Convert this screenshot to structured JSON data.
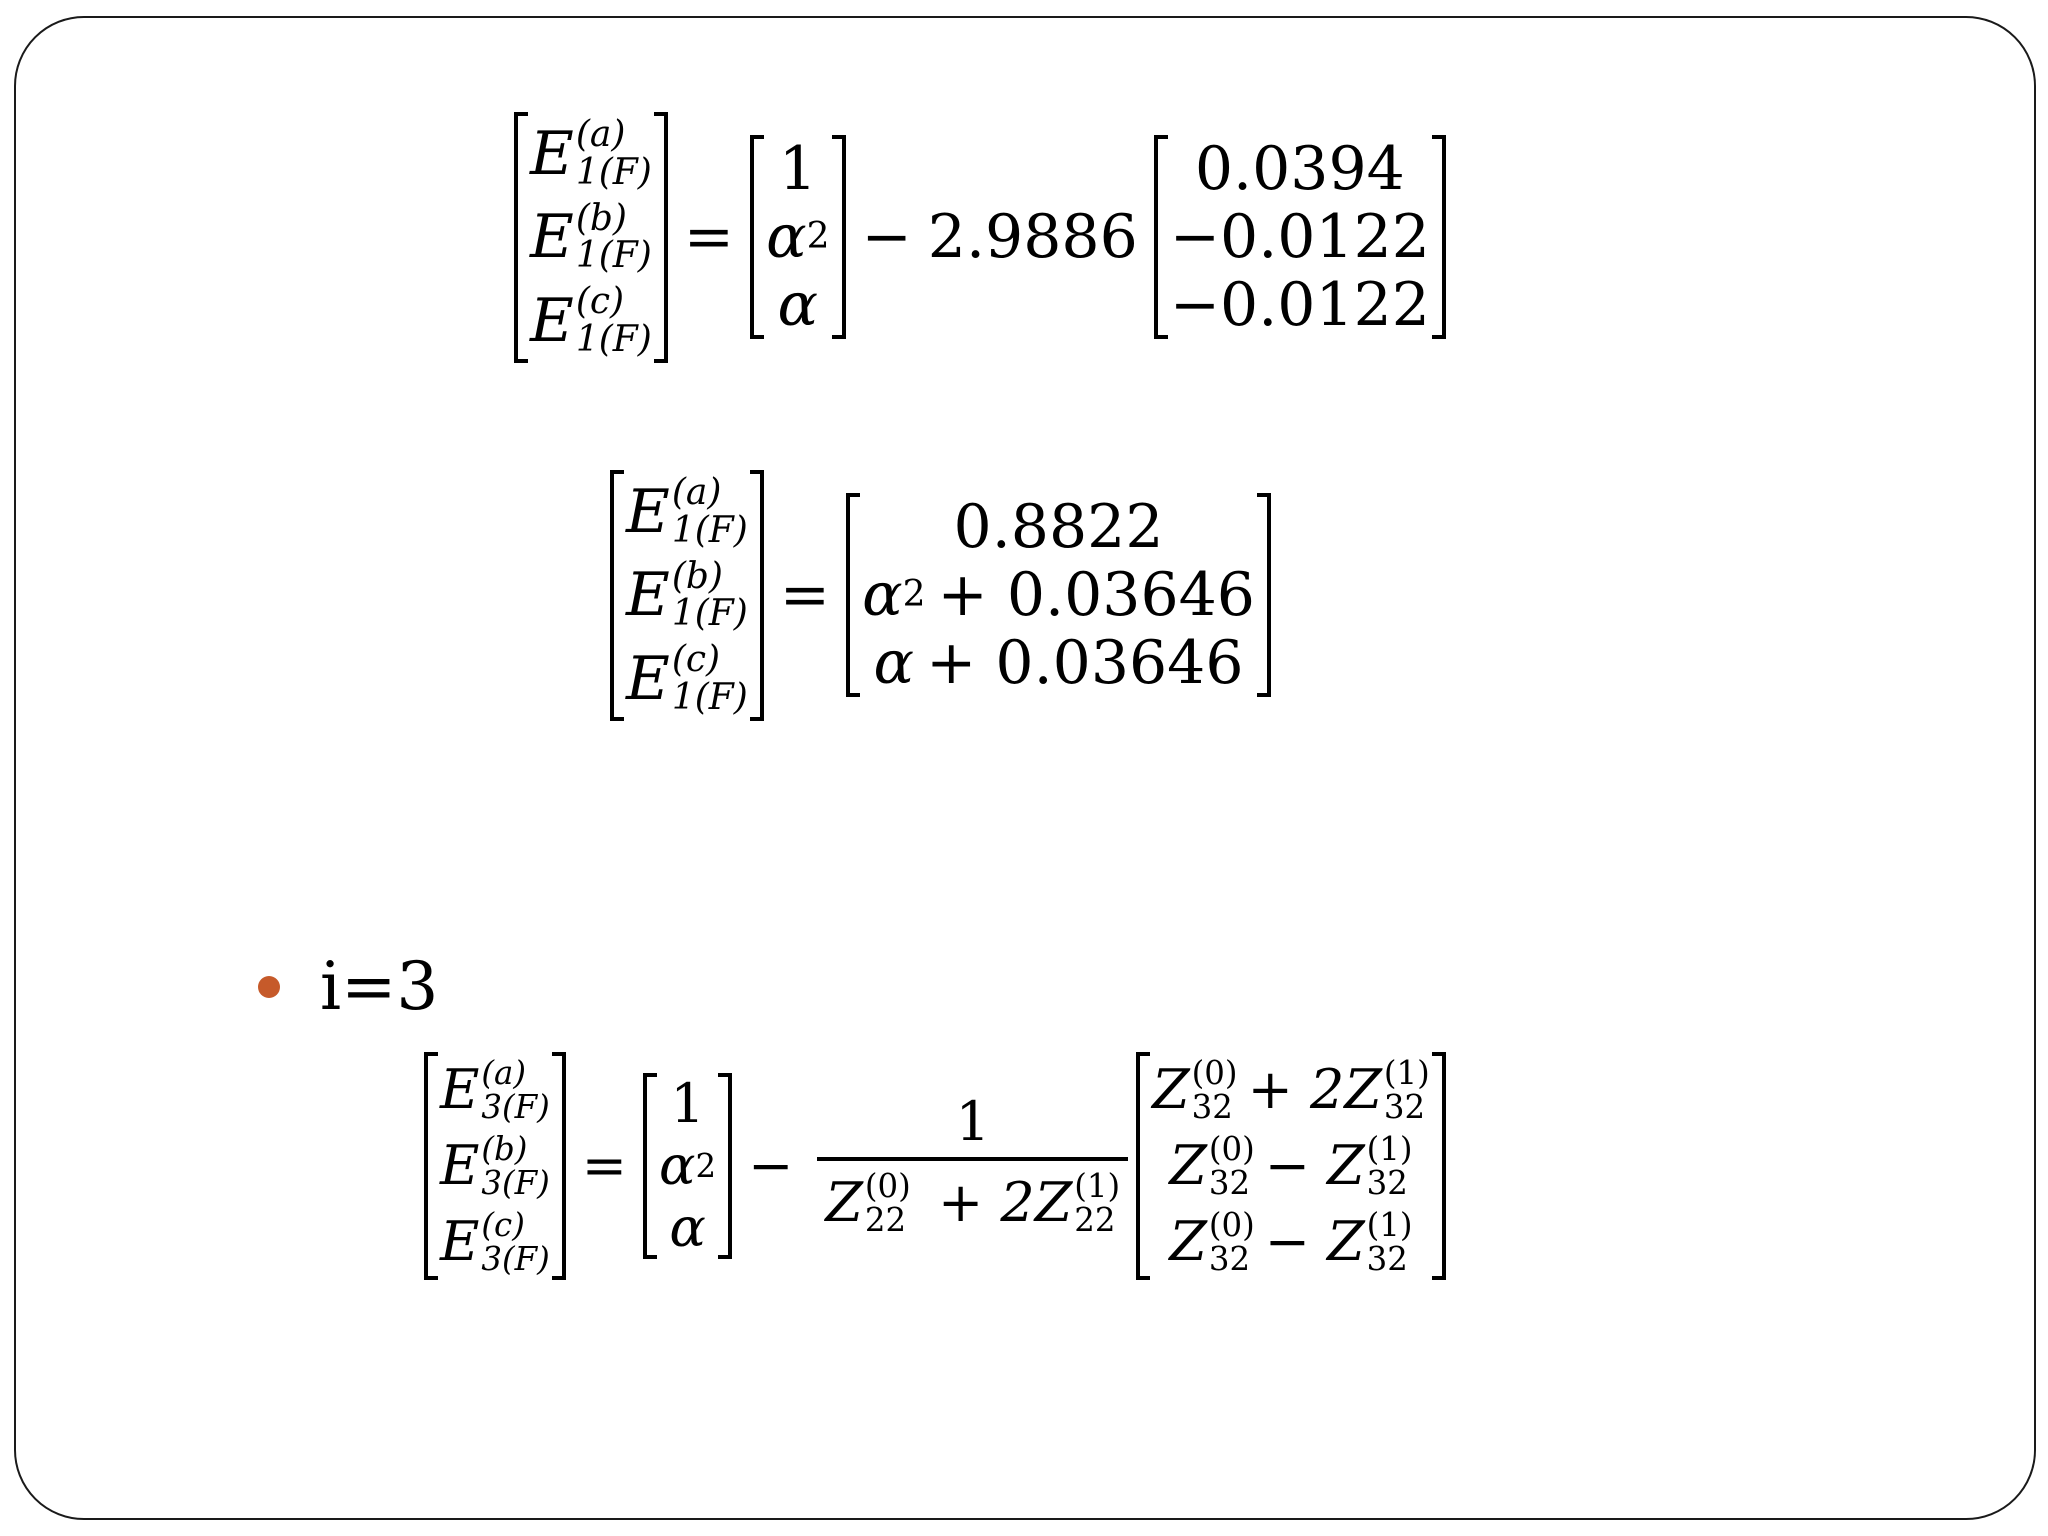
{
  "slide": {
    "bullet": {
      "text": "i=3",
      "color": "#c65a2a"
    }
  },
  "equations": {
    "eq1": {
      "lhs_symbol": "E",
      "lhs_sub": "1(F)",
      "lhs_sups": [
        "(a)",
        "(b)",
        "(c)"
      ],
      "equals": "=",
      "vec": [
        "1",
        "α",
        "2",
        "α"
      ],
      "minus": "−",
      "coefficient": "2.9886",
      "values": [
        "0.0394",
        "−0.0122",
        "−0.0122"
      ]
    },
    "eq2": {
      "lhs_symbol": "E",
      "lhs_sub": "1(F)",
      "lhs_sups": [
        "(a)",
        "(b)",
        "(c)"
      ],
      "equals": "=",
      "rows": [
        "0.8822",
        "+ 0.03646",
        "+ 0.03646"
      ],
      "alpha": "α",
      "two": "2"
    },
    "eq3": {
      "lhs_symbol": "E",
      "lhs_sub": "3(F)",
      "lhs_sups": [
        "(a)",
        "(b)",
        "(c)"
      ],
      "equals": "=",
      "vec": [
        "1",
        "α",
        "2",
        "α"
      ],
      "minus": "−",
      "frac_num": "1",
      "frac_den": [
        "Z",
        "(0)",
        "22",
        "+ 2Z",
        "(1)",
        "22"
      ],
      "rhs": [
        [
          "Z",
          "(0)",
          "32",
          "+ 2Z",
          "(1)",
          "32"
        ],
        [
          "Z",
          "(0)",
          "32",
          "− Z",
          "(1)",
          "32"
        ],
        [
          "Z",
          "(0)",
          "32",
          "− Z",
          "(1)",
          "32"
        ]
      ]
    }
  }
}
